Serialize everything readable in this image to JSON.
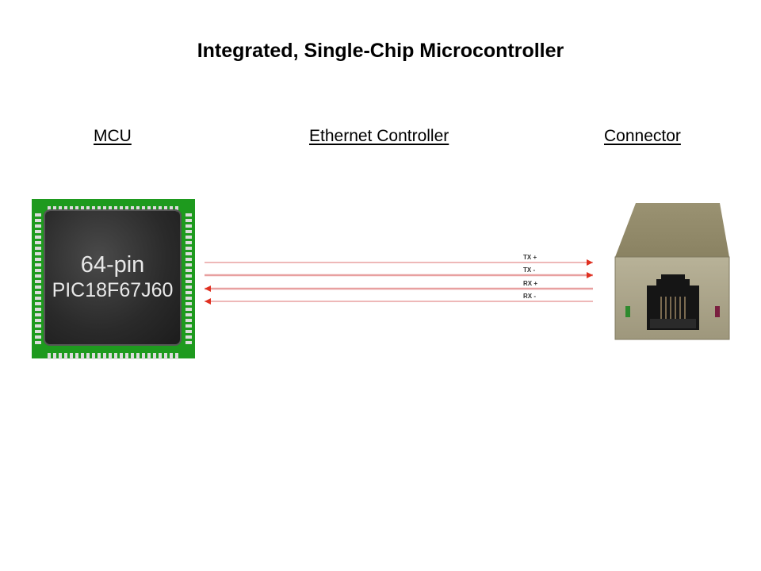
{
  "title": "Integrated, Single-Chip Microcontroller",
  "columns": {
    "mcu": "MCU",
    "ethernet": "Ethernet Controller",
    "connector": "Connector"
  },
  "chip": {
    "line1": "64-pin",
    "line2": "PIC18F67J60",
    "icon": "chip-icon"
  },
  "signals": [
    {
      "label": "TX +",
      "direction": "to-connector"
    },
    {
      "label": "TX -",
      "direction": "to-connector"
    },
    {
      "label": "RX +",
      "direction": "to-mcu"
    },
    {
      "label": "RX -",
      "direction": "to-mcu"
    }
  ],
  "colors": {
    "line": "#e8a0a0",
    "arrow": "#e03020",
    "pcb": "#1e9a1e"
  },
  "connector": {
    "icon": "rj45-connector-icon"
  }
}
